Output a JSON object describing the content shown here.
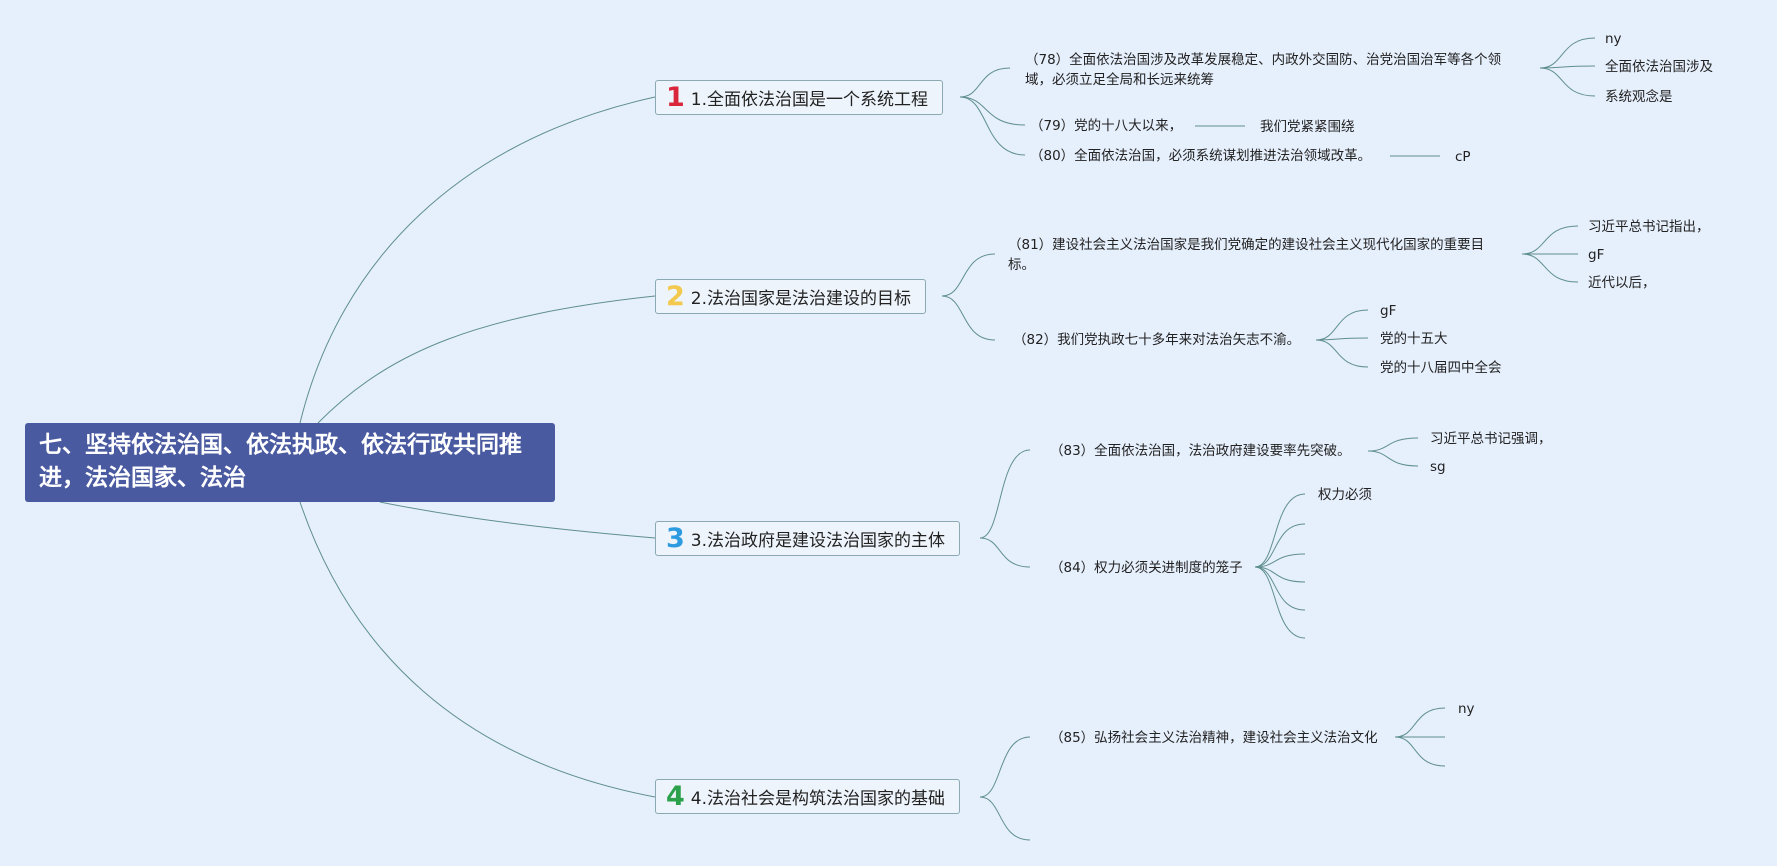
{
  "root": {
    "title": "七、坚持依法治国、依法执政、依法行政共同推进，法治国家、法治"
  },
  "colors": {
    "background": "#e6effc",
    "root_fill": "#4a5aa0",
    "connector": "#5f8f8f",
    "badge_1": "#d9263a",
    "badge_2": "#f2c94c",
    "badge_3": "#2d9be0",
    "badge_4": "#2aa14a"
  },
  "topics": [
    {
      "badge": "1",
      "label": "1.全面依法治国是一个系统工程",
      "subtopics": [
        {
          "text": "（78）全面依法治国涉及改革发展稳定、内政外交国防、治党治国治军等各个领域，必须立足全局和长远来统筹",
          "children": [
            "ny",
            "全面依法治国涉及",
            "系统观念是"
          ]
        },
        {
          "text": "（79）党的十八大以来，",
          "children": [
            "我们党紧紧围绕"
          ]
        },
        {
          "text": "（80）全面依法治国，必须系统谋划推进法治领域改革。",
          "children": [
            "cP"
          ]
        }
      ]
    },
    {
      "badge": "2",
      "label": "2.法治国家是法治建设的目标",
      "subtopics": [
        {
          "text": "（81）建设社会主义法治国家是我们党确定的建设社会主义现代化国家的重要目标。",
          "children": [
            "习近平总书记指出，",
            "gF",
            "近代以后，"
          ]
        },
        {
          "text": "（82）我们党执政七十多年来对法治矢志不渝。",
          "children": [
            "gF",
            "党的十五大",
            "党的十八届四中全会"
          ]
        }
      ]
    },
    {
      "badge": "3",
      "label": "3.法治政府是建设法治国家的主体",
      "subtopics": [
        {
          "text": "（83）全面依法治国，法治政府建设要率先突破。",
          "children": [
            "习近平总书记强调，",
            "sg"
          ]
        },
        {
          "text": "（84）权力必须关进制度的笼子",
          "children": [
            "权力必须",
            "",
            "",
            "",
            "",
            ""
          ]
        }
      ]
    },
    {
      "badge": "4",
      "label": "4.法治社会是构筑法治国家的基础",
      "subtopics": [
        {
          "text": "（85）弘扬社会主义法治精神，建设社会主义法治文化",
          "children": [
            "ny",
            "",
            ""
          ]
        },
        {
          "text": "",
          "children": []
        }
      ]
    }
  ]
}
